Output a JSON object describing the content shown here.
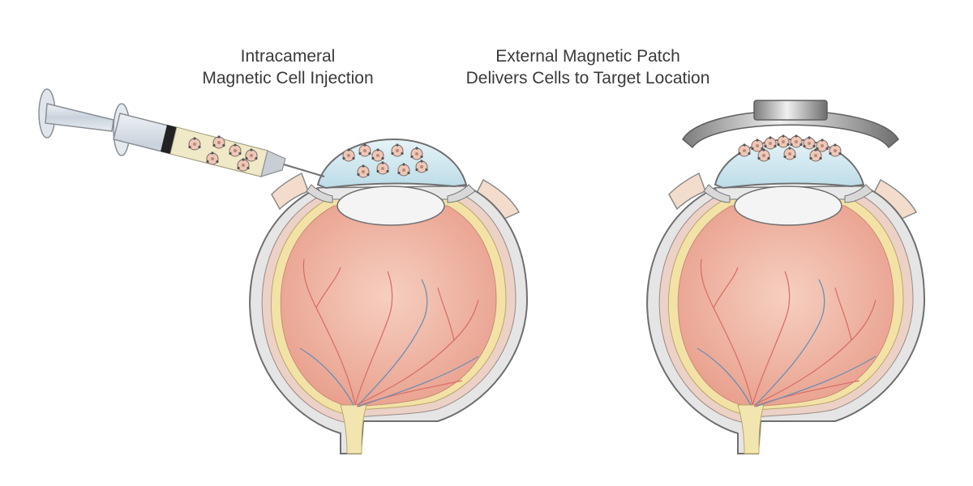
{
  "captions": {
    "left": {
      "line1": "Intracameral",
      "line2": "Magnetic Cell Injection"
    },
    "right": {
      "line1": "External Magnetic Patch",
      "line2": "Delivers Cells to Target Location"
    }
  },
  "colors": {
    "sclera_outline": "#6f6f6f",
    "vitreous": "#f2b8a6",
    "choroid": "#e9c9bf",
    "retina_band": "#f3e3a8",
    "cornea_fluid": "#d7ebf2",
    "lens": "#f3f3f3",
    "cell": "#e8b8a8",
    "syringe_fill": "#efe9c8",
    "magnet": "#9a9a9a"
  }
}
